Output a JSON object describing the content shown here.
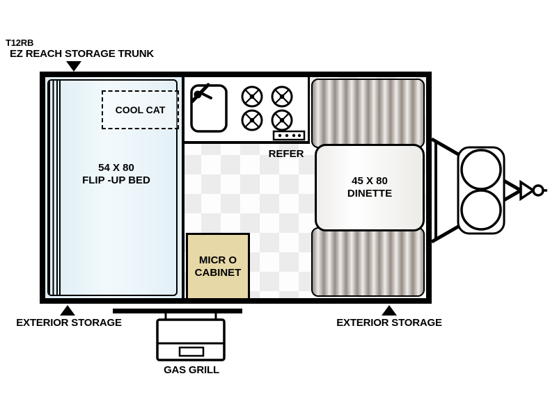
{
  "model": "T12RB",
  "annotations": {
    "ez_reach": "EZ REACH STORAGE TRUNK",
    "exterior_storage_left": "EXTERIOR STORAGE",
    "exterior_storage_right": "EXTERIOR STORAGE",
    "gas_grill": "GAS GRILL"
  },
  "rooms": {
    "cool_cat": "COOL CAT",
    "bed": {
      "line1": "54 X 80",
      "line2": "FLIP -UP BED"
    },
    "refer": "REFER",
    "dinette": {
      "line1": "45 X 80",
      "line2": "DINETTE"
    },
    "micro_cabinet": {
      "line1": "MICR O",
      "line2": "CABINET"
    }
  },
  "colors": {
    "wall": "#000000",
    "bed_fill": "#e7f2f8",
    "cabinet_fill": "#e7d8a8",
    "bench_dark": "#958c84",
    "bench_light": "#efecea",
    "floor_tile": "#ececec"
  }
}
